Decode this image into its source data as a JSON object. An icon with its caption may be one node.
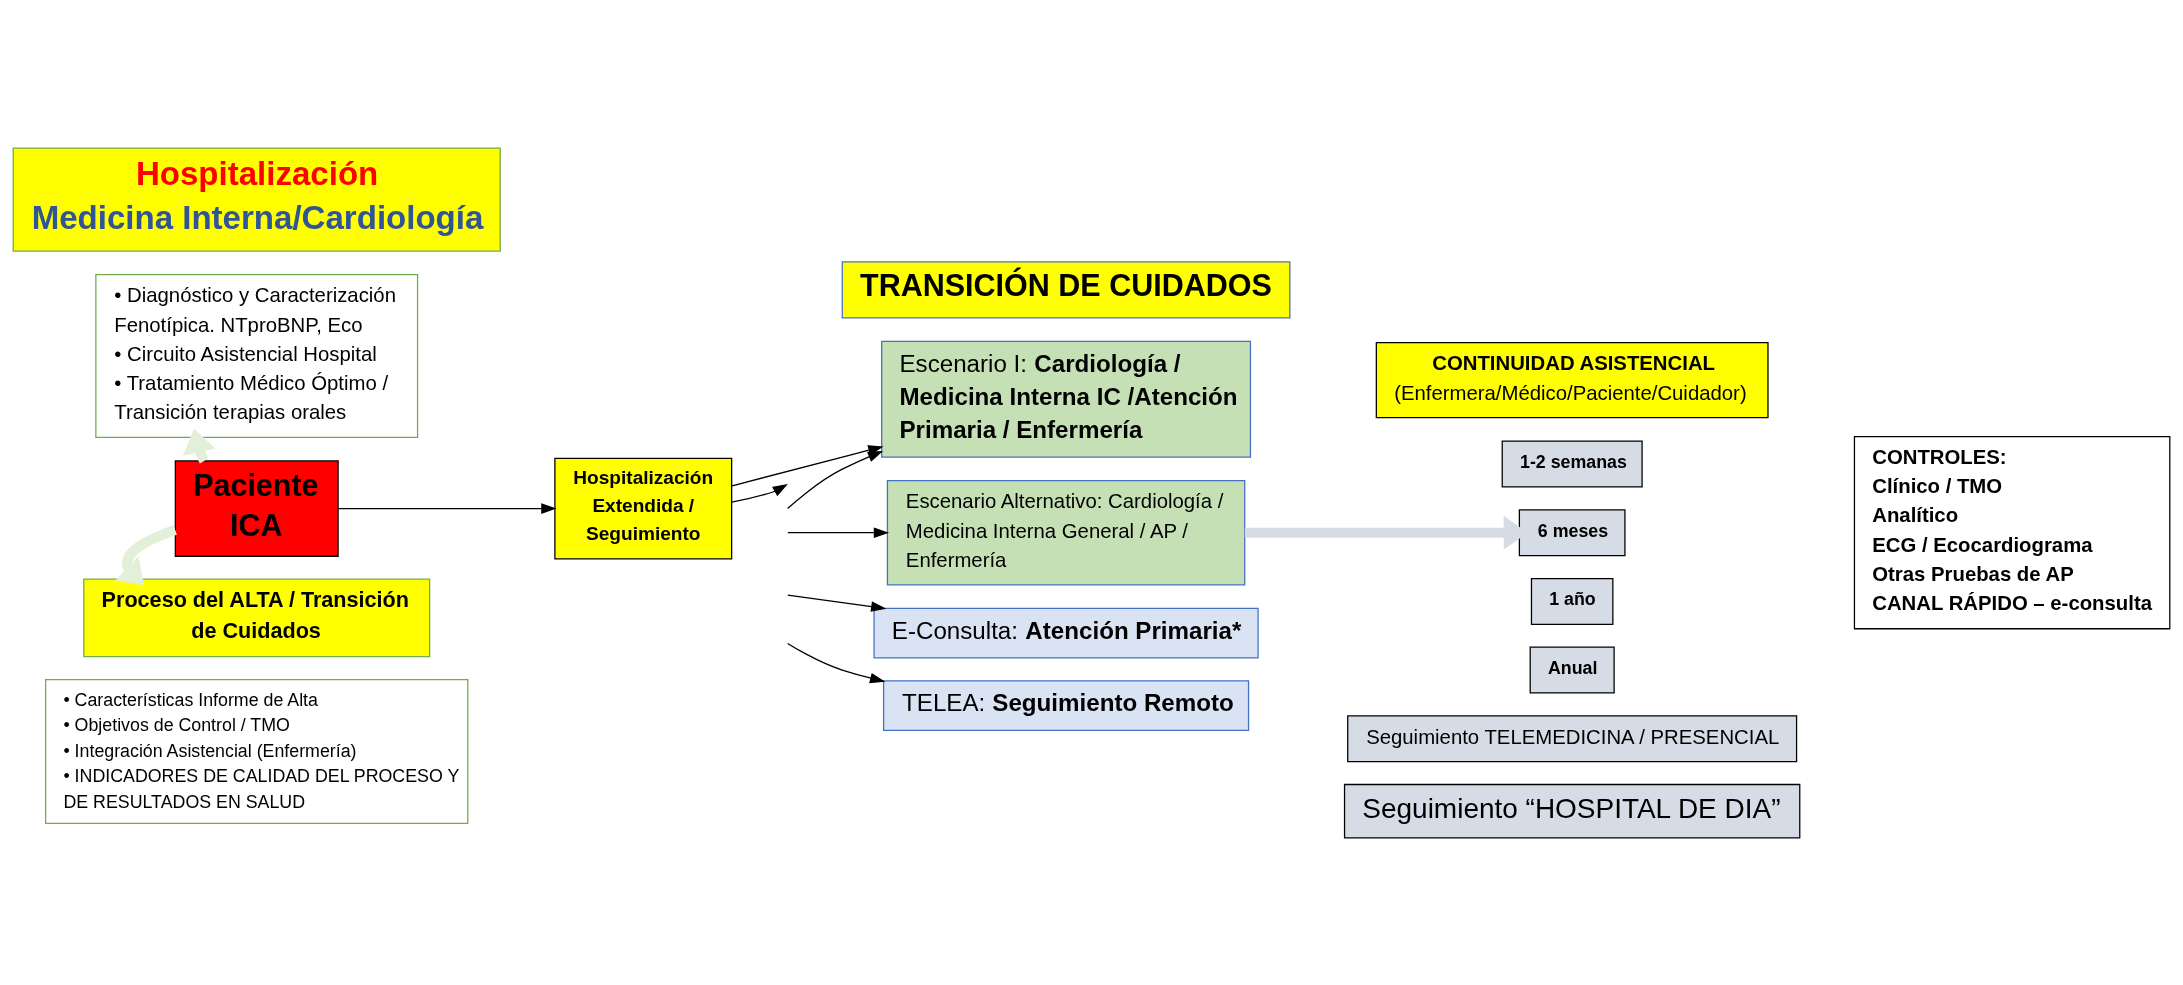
{
  "diagram": {
    "nodes": [
      {
        "text": [
          "Hospitalización",
          "Medicina Interna/Cardiología"
        ]
      },
      {
        "text": [
          "• Diagnóstico y Caracterización Fenotípica. NTproBNP, Eco",
          "• Circuito Asistencial Hospital",
          "• Tratamiento Médico Óptimo / Transición terapias orales"
        ]
      },
      {
        "text": [
          "Paciente ICA"
        ]
      },
      {
        "text": [
          "Hospitalización Extendida / Seguimiento"
        ]
      },
      {
        "text": [
          "Proceso del ALTA / Transición de Cuidados"
        ]
      },
      {
        "text": [
          "• Características Informe de Alta",
          "• Objetivos de Control / TMO",
          "• Integración Asistencial (Enfermería)",
          "• INDICADORES DE CALIDAD DEL PROCESO Y DE RESULTADOS EN SALUD"
        ]
      },
      {
        "text": [
          "TRANSICIÓN DE CUIDADOS"
        ]
      },
      {
        "text": [
          "Escenario I: **Cardiología / Medicina Interna IC /Atención Primaria / Enfermería**"
        ]
      },
      {
        "text": [
          "Escenario Alternativo: Cardiología / Medicina Interna General / AP / Enfermería"
        ]
      },
      {
        "text": [
          "E-Consulta: **Atención Primaria***"
        ]
      },
      {
        "text": [
          "TELEA: **Seguimiento Remoto**"
        ]
      },
      {
        "text": [
          "CONTINUIDAD ASISTENCIAL",
          "(Enfermera/Médico/Paciente/Cuidador)"
        ]
      },
      {
        "text": [
          "1-2 semanas"
        ]
      },
      {
        "text": [
          "6 meses"
        ]
      },
      {
        "text": [
          "1 año"
        ]
      },
      {
        "text": [
          "Anual"
        ]
      },
      {
        "text": [
          "CONTROLES:",
          "Clínico / TMO",
          "Analítico",
          "ECG / Ecocardiograma",
          "Otras Pruebas de AP",
          "CANAL RÁPIDO – e-consulta"
        ]
      },
      {
        "text": [
          "Seguimiento TELEMEDICINA / PRESENCIAL"
        ]
      },
      {
        "text": [
          "Seguimiento “HOSPITAL DE DIA”"
        ]
      }
    ],
    "edges": [
      {
        "from": 2,
        "to": 1,
        "arrow": "to",
        "style": "thick",
        "color": "#e2efd9"
      },
      {
        "from": 2,
        "to": 4,
        "arrow": "to",
        "style": "thick",
        "color": "#e2efd9"
      },
      {
        "from": 2,
        "to": 3,
        "arrow": "to"
      },
      {
        "from": 3,
        "to": 7,
        "arrow": "to"
      },
      {
        "from": 3,
        "to": null,
        "arrow": "to"
      },
      {
        "from": null,
        "to": 7,
        "arrow": "to"
      },
      {
        "from": null,
        "to": 8,
        "arrow": "to"
      },
      {
        "from": null,
        "to": 9,
        "arrow": "to"
      },
      {
        "from": null,
        "to": 10,
        "arrow": "to"
      },
      {
        "from": 8,
        "to": 13,
        "arrow": "to",
        "style": "thick",
        "color": "#d6dce5"
      }
    ]
  }
}
